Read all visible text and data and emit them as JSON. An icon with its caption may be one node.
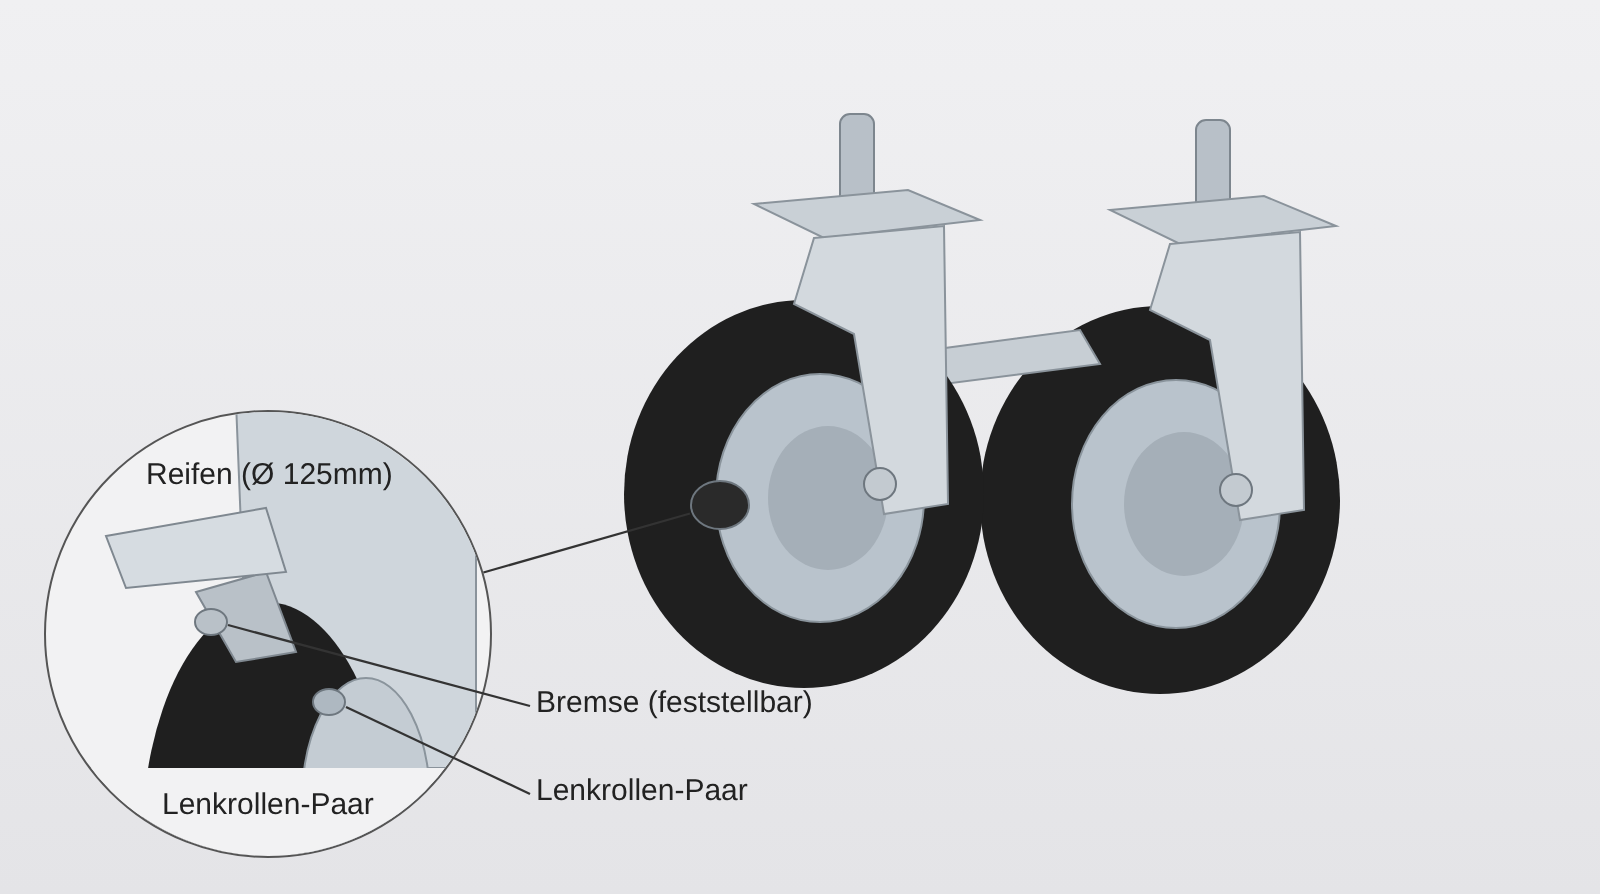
{
  "diagram": {
    "nodes": [
      {
        "text": [
          "Reifen (Ø 125mm)",
          "Lenkrollen-Paar"
        ]
      },
      {
        "text": [],
        "shape": "circle"
      },
      {
        "text": [
          "Bremse (feststellbar)"
        ]
      },
      {
        "text": [],
        "shape": "circle",
        "in": 0
      },
      {
        "text": [
          "Lenkrollen-Paar"
        ]
      },
      {
        "text": [],
        "shape": "circle",
        "in": 0
      }
    ],
    "edges": [
      {
        "from": 0,
        "to": 1,
        "arrow": "none"
      },
      {
        "from": 2,
        "to": 3,
        "arrow": "none"
      },
      {
        "from": 4,
        "to": 5,
        "arrow": "none"
      }
    ]
  }
}
